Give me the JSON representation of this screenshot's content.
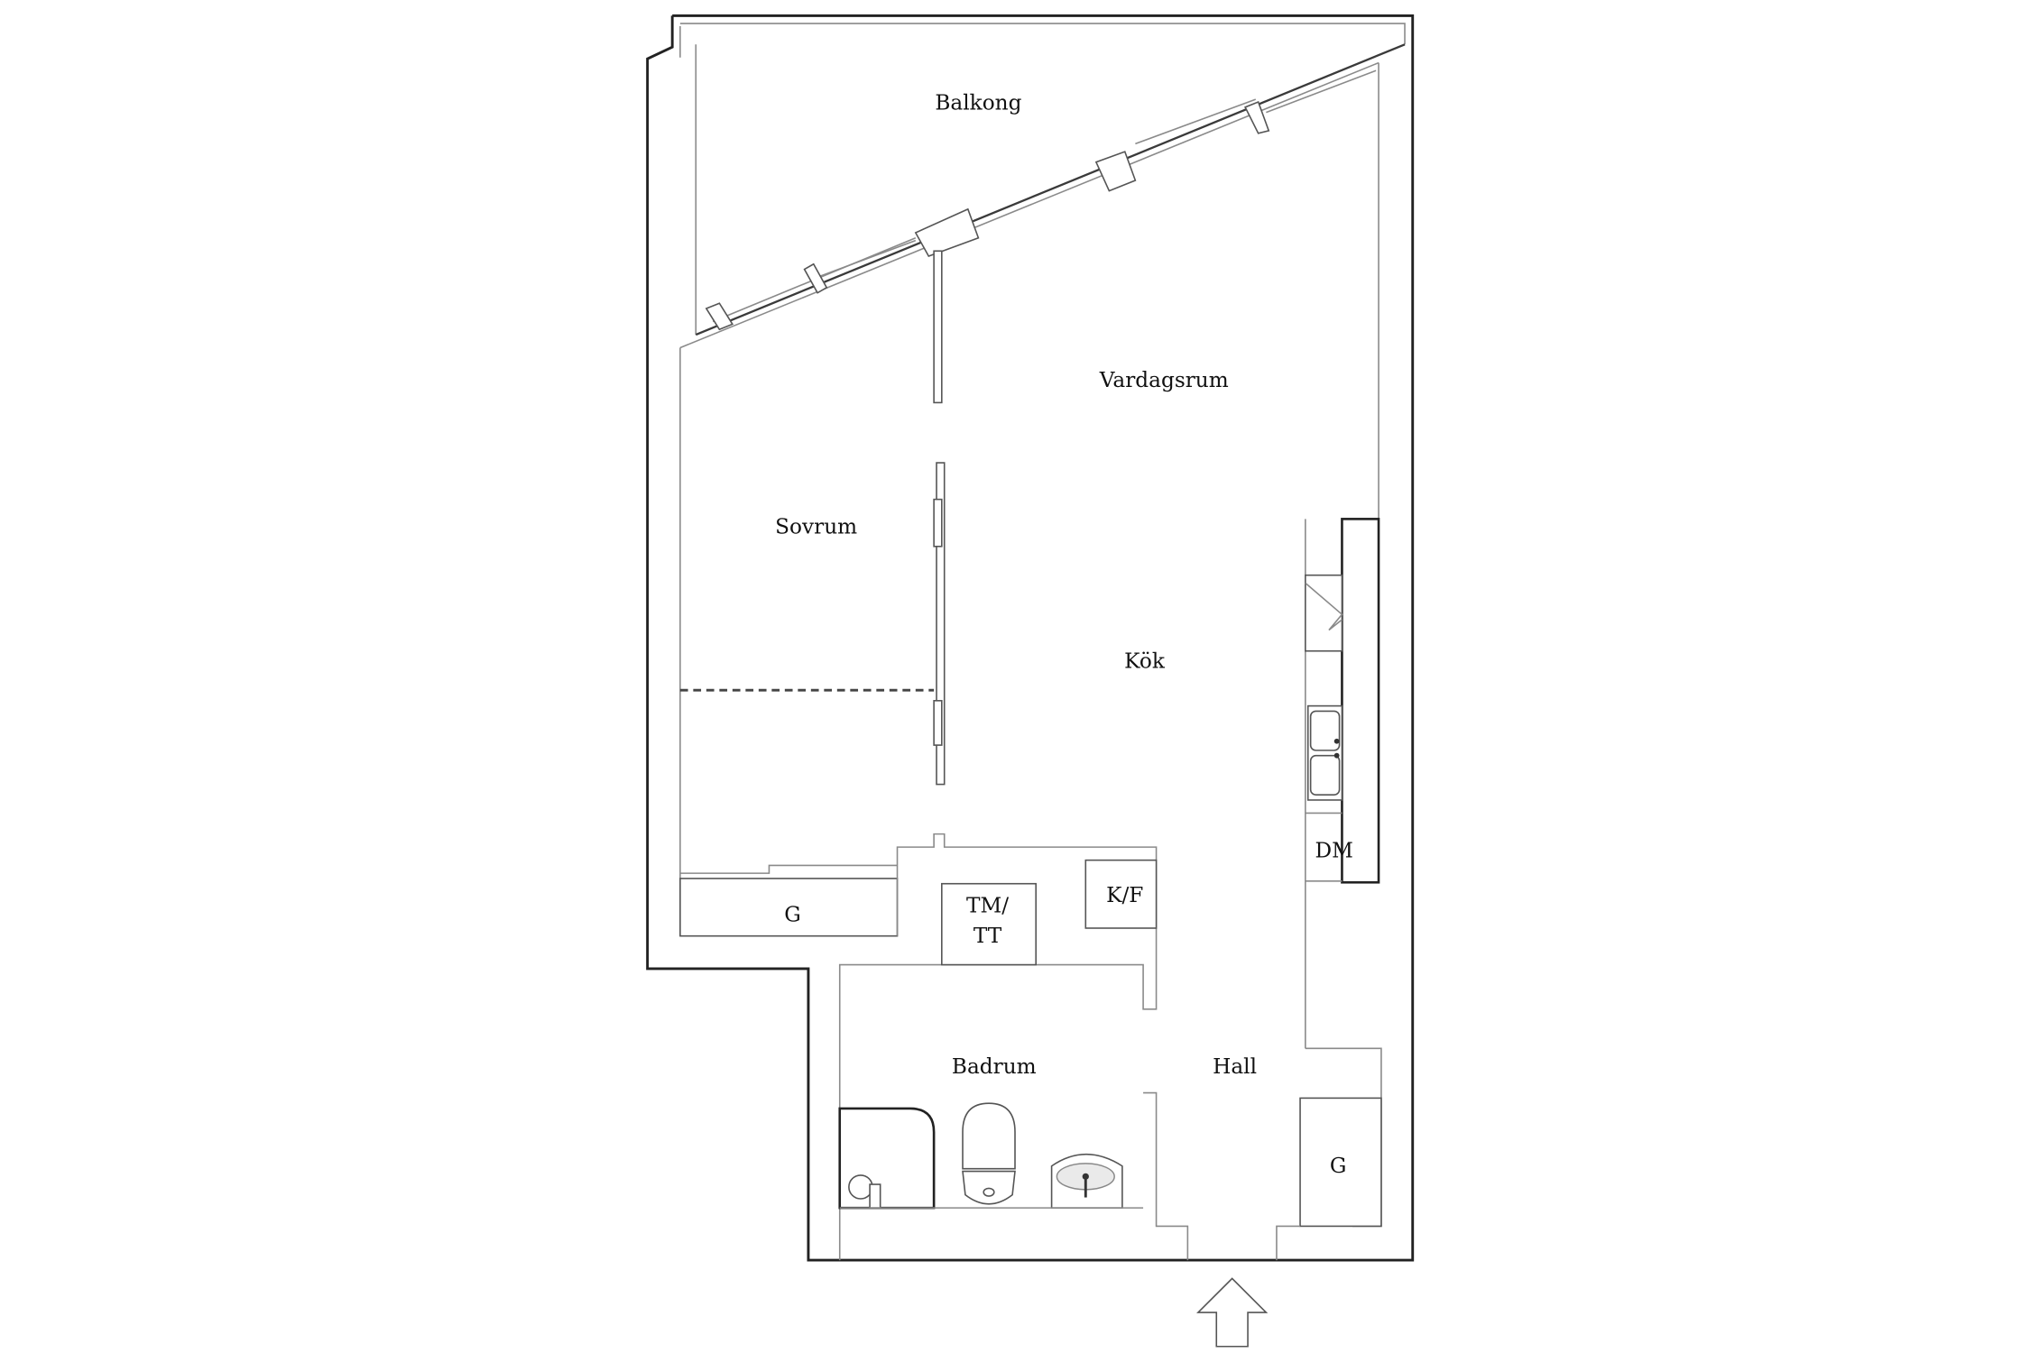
{
  "plan": {
    "type": "apartment-floor-plan",
    "rooms": {
      "balkong": "Balkong",
      "vardagsrum": "Vardagsrum",
      "sovrum": "Sovrum",
      "kok": "Kök",
      "badrum": "Badrum",
      "hall": "Hall"
    },
    "fixtures": {
      "dm": "DM",
      "kf": "K/F",
      "tm_line1": "TM/",
      "tm_line2": "TT",
      "garderob_sovrum": "G",
      "garderob_hall": "G"
    },
    "entrance_arrow": "entrance-arrow-up",
    "colors": {
      "line": "#3a3a3a",
      "background": "#ffffff"
    }
  }
}
